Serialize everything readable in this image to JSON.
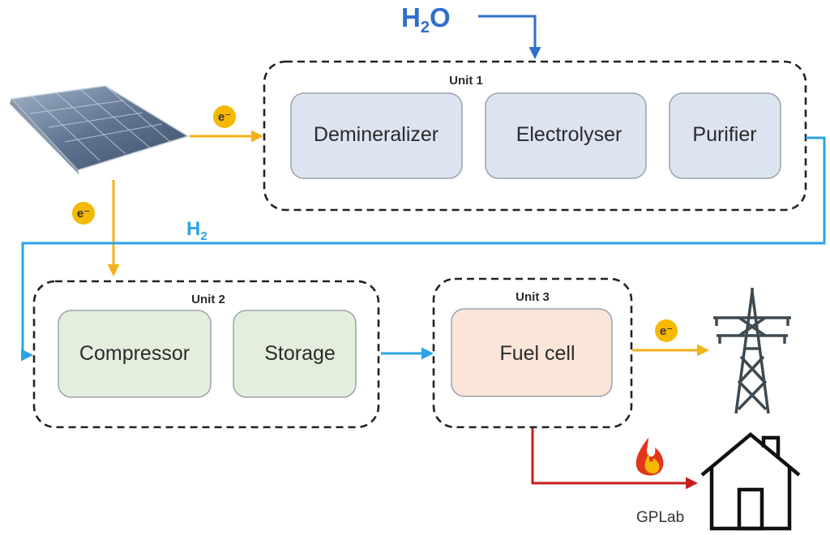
{
  "inputs": {
    "water": "H",
    "water_sub": "2",
    "water_tail": "O",
    "hydrogen": "H",
    "hydrogen_sub": "2"
  },
  "electron_label": "e⁻",
  "units": [
    {
      "title": "Unit 1",
      "processes": [
        "Demineralizer",
        "Electrolyser",
        "Purifier"
      ]
    },
    {
      "title": "Unit 2",
      "processes": [
        "Compressor",
        "Storage"
      ]
    },
    {
      "title": "Unit 3",
      "processes": [
        "Fuel cell"
      ]
    }
  ],
  "credit": "GPLab",
  "colors": {
    "water": "#2f6fcc",
    "hydrogen": "#2aa3e6",
    "electricity": "#f3b21a",
    "heat": "#c81e1e"
  },
  "icons": [
    "solar-panel-icon",
    "power-tower-icon",
    "house-icon",
    "flame-icon"
  ]
}
